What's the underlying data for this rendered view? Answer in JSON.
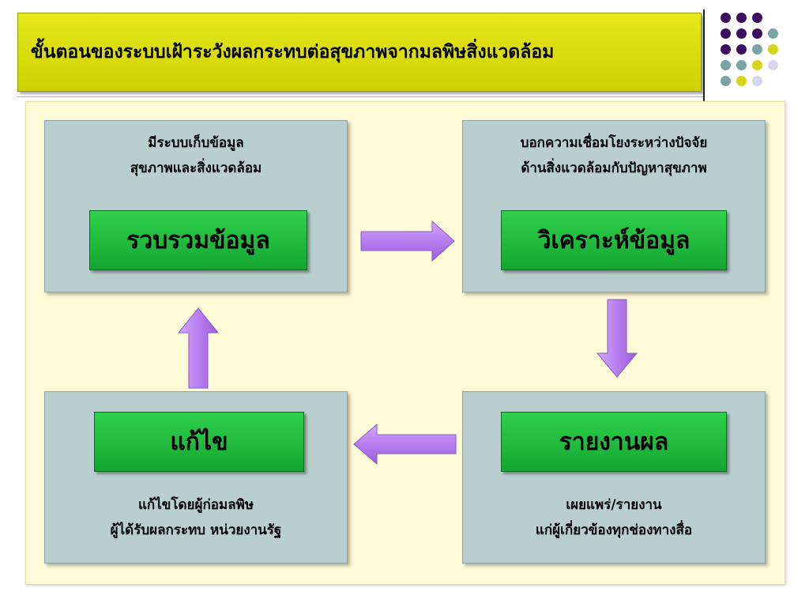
{
  "title": "ขั้นตอนของระบบเฝ้าระวังผลกระทบต่อสุขภาพจากมลพิษสิ่งแวดล้อม",
  "colors": {
    "title_bg": "#dcdd0a",
    "content_bg": "#fffbd8",
    "box_bg": "#b9cfcf",
    "label_green": "#1fbf3c",
    "arrow_purple": "#b77ef0",
    "dot_purple": "#3b0f5e",
    "dot_teal": "#7aa3a3",
    "dot_yellow": "#d4d41a",
    "dot_lavender": "#d8d6ee"
  },
  "steps": {
    "collect": {
      "label": "รวบรวมข้อมูล",
      "desc": [
        "มีระบบเก็บข้อมูล",
        "สุขภาพและสิ่งแวดล้อม"
      ]
    },
    "analyze": {
      "label": "วิเคราะห์ข้อมูล",
      "desc": [
        "บอกความเชื่อมโยงระหว่างปัจจัย",
        "ด้านสิ่งแวดล้อมกับปัญหาสุขภาพ"
      ]
    },
    "report": {
      "label": "รายงานผล",
      "desc": [
        "เผยแพร่/รายงาน",
        "แก่ผู้เกี่ยวข้องทุกช่องทางสื่อ"
      ]
    },
    "fix": {
      "label": "แก้ไข",
      "desc": [
        "แก้ไขโดยผู้ก่อมลพิษ",
        "ผู้ได้รับผลกระทบ หน่วยงานรัฐ"
      ]
    }
  },
  "arrows": [
    "right",
    "down",
    "left",
    "up"
  ]
}
